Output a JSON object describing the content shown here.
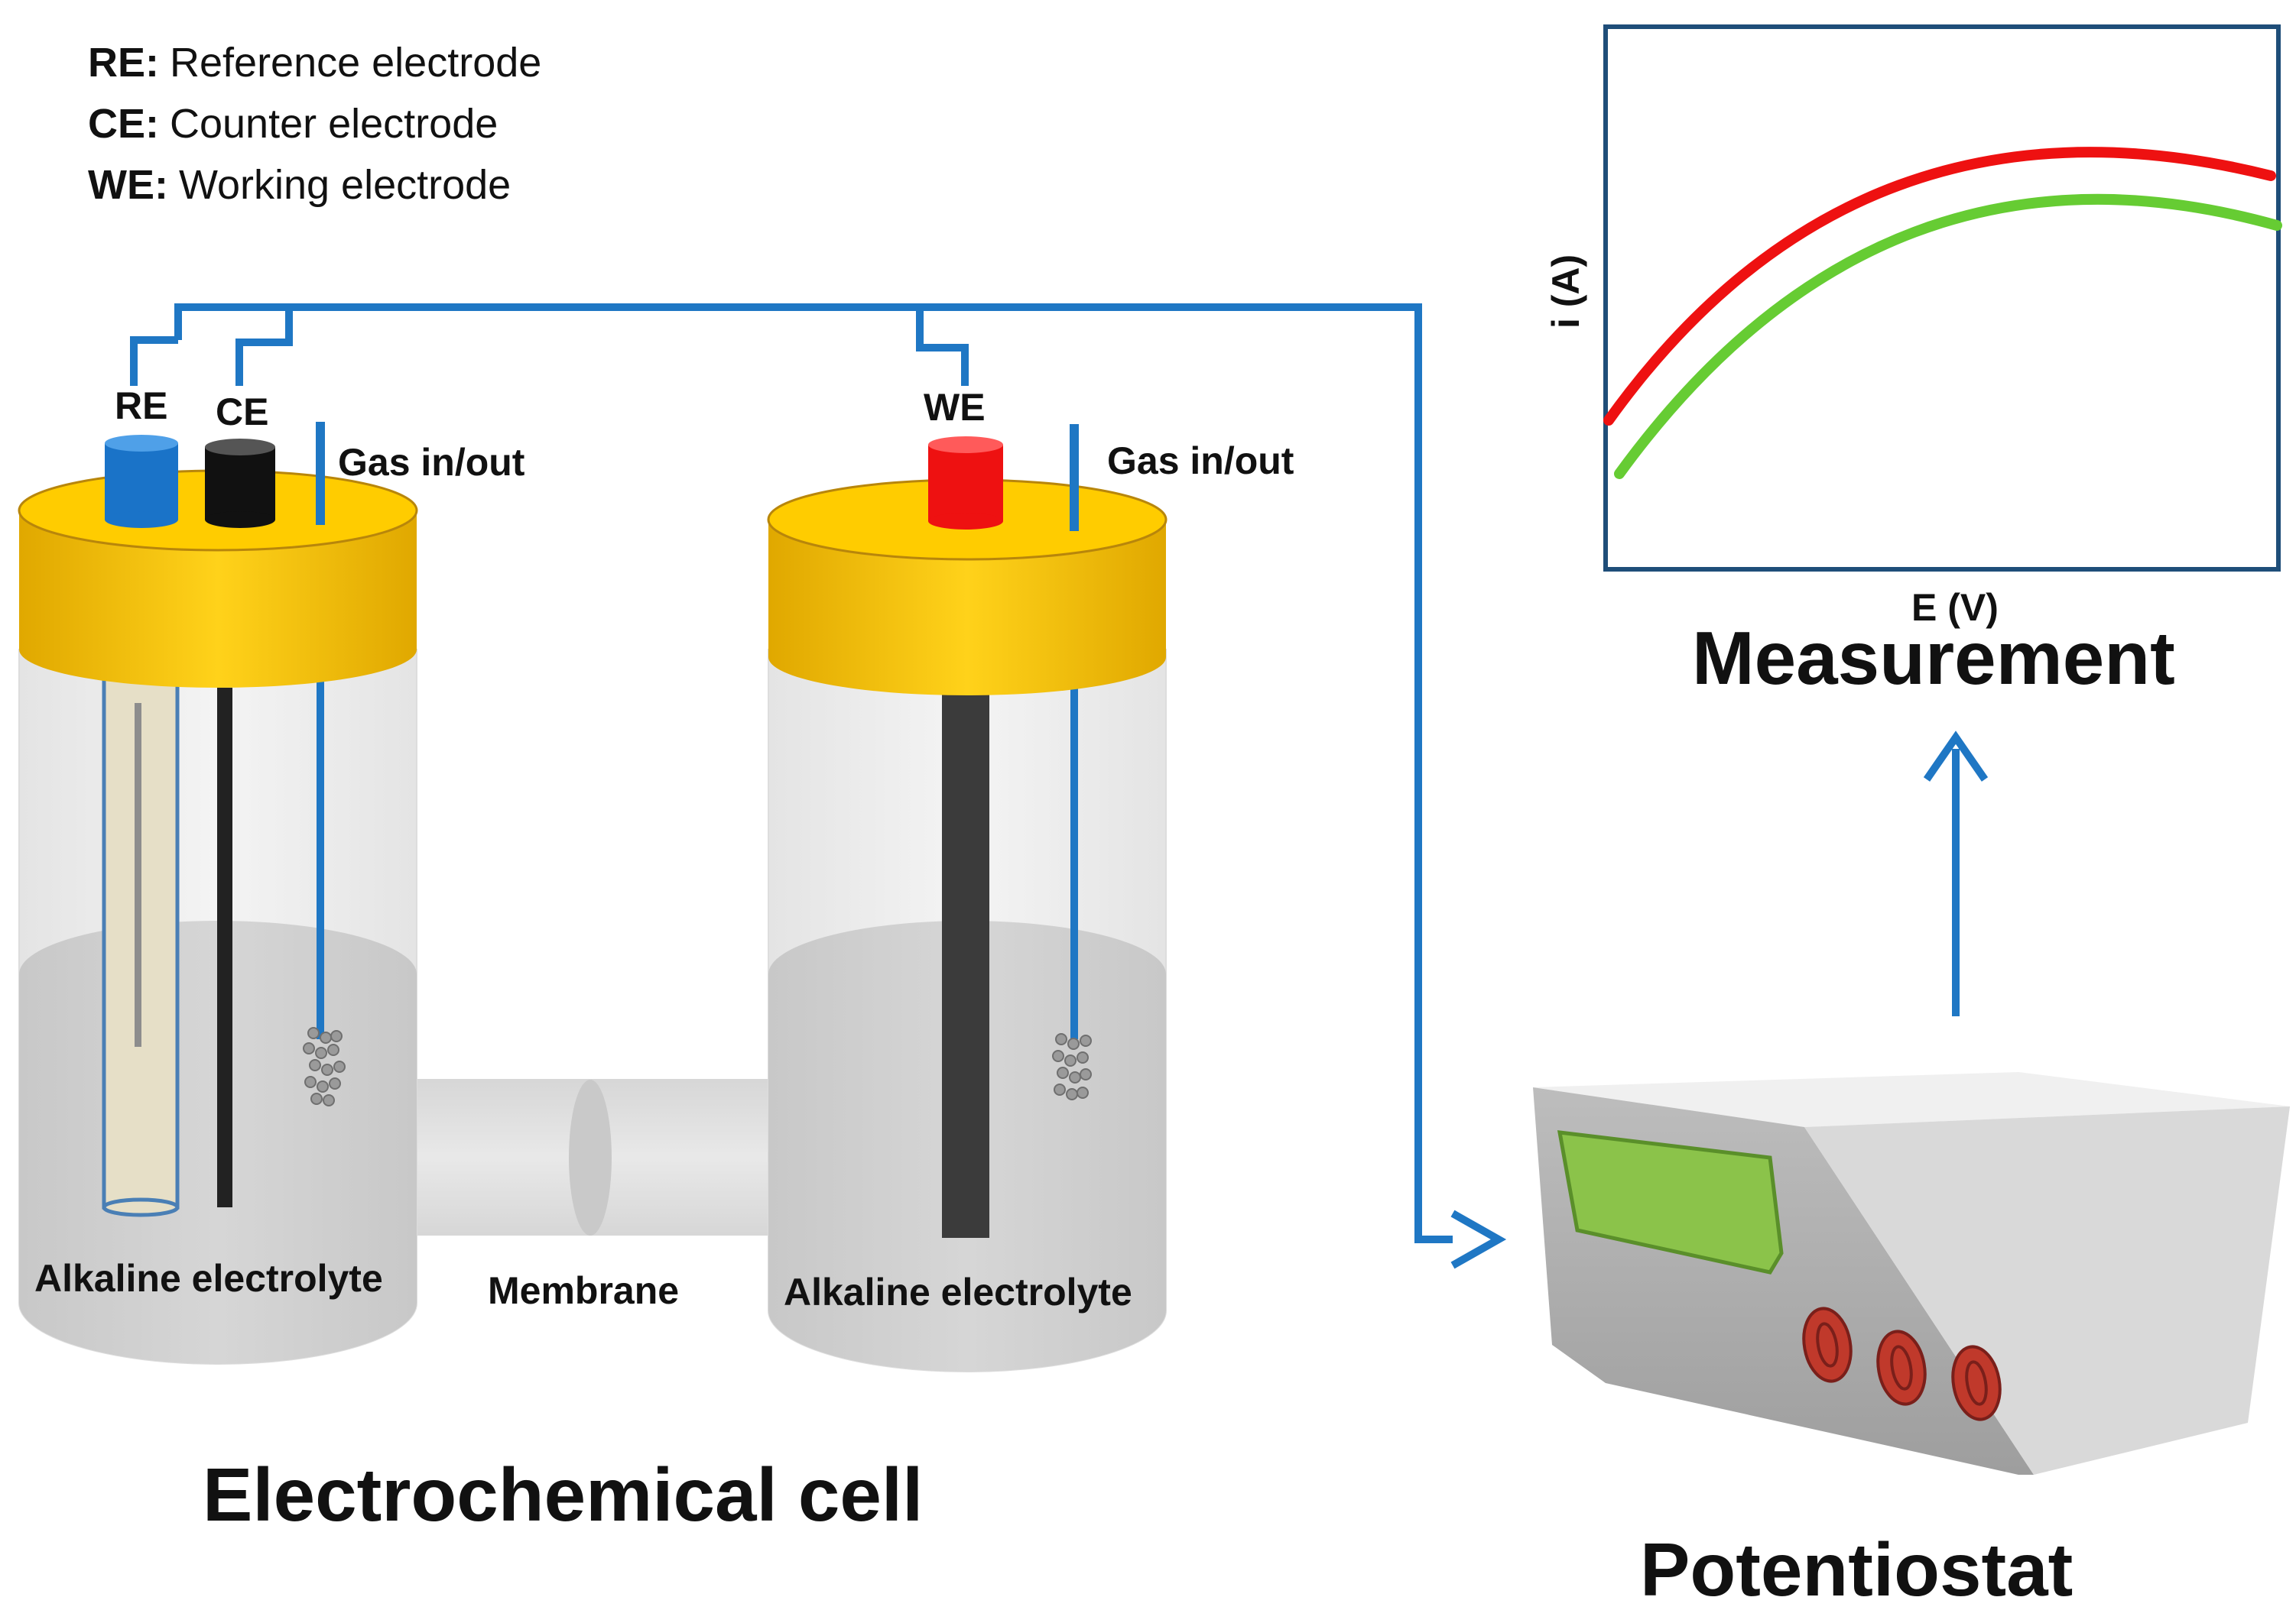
{
  "legend": {
    "items": [
      {
        "key": "RE:",
        "text": "Reference electrode"
      },
      {
        "key": "CE:",
        "text": "Counter electrode"
      },
      {
        "key": "WE:",
        "text": "Working electrode"
      }
    ]
  },
  "cell_left": {
    "re_label": "RE",
    "ce_label": "CE",
    "gas_label": "Gas in/out",
    "electrolyte_label": "Alkaline electrolyte"
  },
  "membrane_label": "Membrane",
  "cell_right": {
    "we_label": "WE",
    "gas_label": "Gas in/out",
    "electrolyte_label": "Alkaline electrolyte"
  },
  "cell_title": "Electrochemical cell",
  "potentiostat_title": "Potentiostat",
  "measurement": {
    "title": "Measurement",
    "xlabel": "E (V)",
    "ylabel": "i (A)"
  },
  "colors": {
    "wire": "#1f77c4",
    "lid": "#ffcc00",
    "re_cap": "#1a73c8",
    "ce_cap": "#111111",
    "we_cap": "#ee1111",
    "curve_1": "#ee1111",
    "curve_2": "#66cc33",
    "screen": "#8bc34a",
    "knob": "#c0392b"
  }
}
